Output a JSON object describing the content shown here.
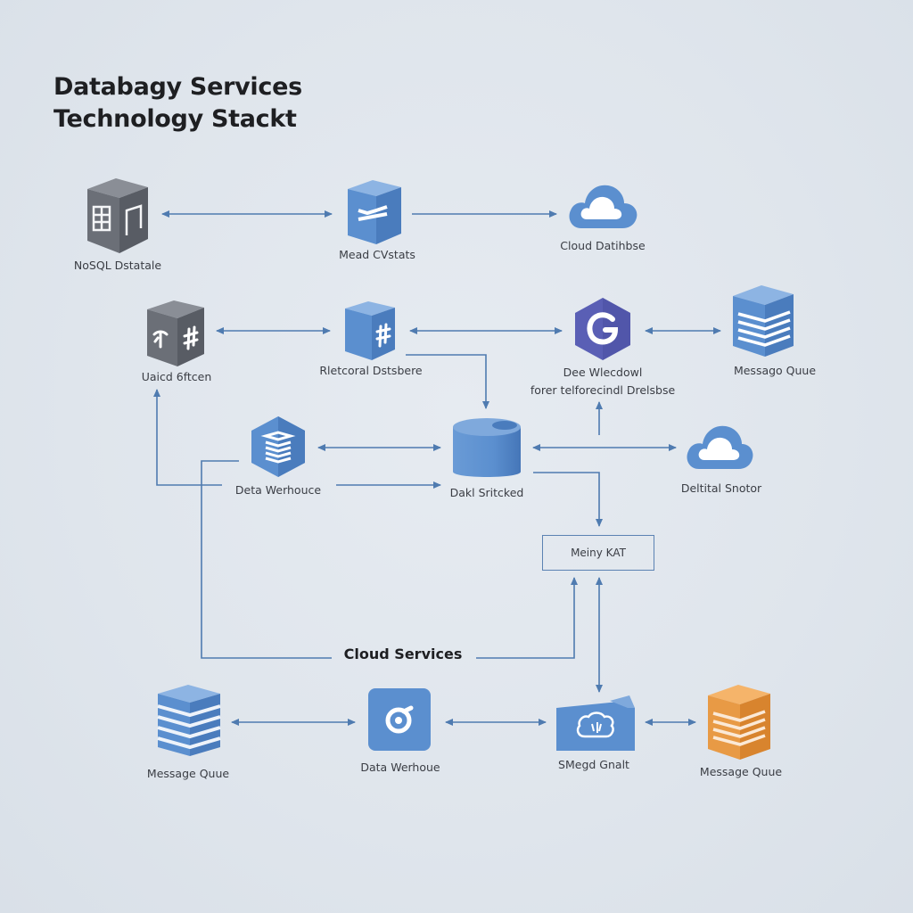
{
  "title": {
    "line1": "Databagy Services",
    "line2": "Technology Stackt"
  },
  "section_label": "Cloud Services",
  "colors": {
    "background": "#dfe5ec",
    "connector": "#4f7bb0",
    "blue_node": "#5b8fcf",
    "gray_node": "#6b6f77",
    "purple_node": "#5a5fb5",
    "orange_node": "#e89a45"
  },
  "nodes": {
    "nosql": {
      "label": "NoSQL Dstatale",
      "icon": "server-grid-icon"
    },
    "mead": {
      "label": "Mead CVstats",
      "icon": "stack-cube-icon"
    },
    "cloud_db": {
      "label": "Cloud Datihbse",
      "icon": "cloud-icon"
    },
    "uaicd": {
      "label": "Uaicd 6ftcen",
      "icon": "network-cube-icon"
    },
    "relational": {
      "label": "Rletcoral Dstsbere",
      "icon": "relational-cube-icon"
    },
    "dee_window": {
      "line1": "Dee Wlecdowl",
      "line2": "forer telforecindl Drelsbse",
      "icon": "hexagon-g-icon"
    },
    "message_q_top": {
      "label": "Messago Quue",
      "icon": "layered-cube-icon"
    },
    "warehouse_mid": {
      "label": "Deta Werhouce",
      "icon": "hexagon-stack-icon"
    },
    "dakl_sricked": {
      "label": "Dakl Sritcked",
      "icon": "cylinder-database-icon"
    },
    "deltital": {
      "label": "Deltital Snotor",
      "icon": "cloud-icon"
    },
    "menu_kat": {
      "label": "Meiny KAT"
    },
    "message_q_bottom": {
      "label": "Message Quue",
      "icon": "layered-stack-icon"
    },
    "warehouse_bottom": {
      "label": "Data Werhoue",
      "icon": "target-tile-icon"
    },
    "smegd_gnalt": {
      "label": "SMegd Gnalt",
      "icon": "cloud-book-icon"
    },
    "message_q_orange": {
      "label": "Message Quue",
      "icon": "orange-layered-cube-icon"
    }
  }
}
